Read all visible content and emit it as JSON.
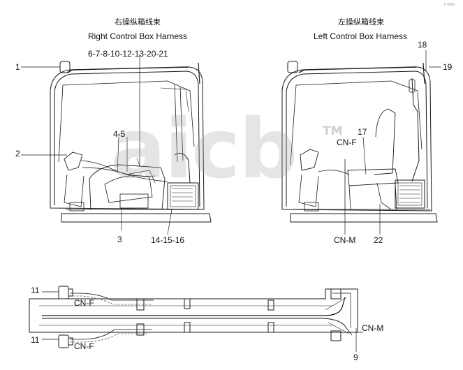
{
  "titles": {
    "right_cn": "右操纵箱线束",
    "right_en": "Right Control Box Harness",
    "left_cn": "左操纵箱线束",
    "left_en": "Left Control Box Harness"
  },
  "callouts": {
    "c1": "1",
    "c2": "2",
    "c3": "3",
    "c4_5": "4-5",
    "top_row": "6-7-8-10-12-13-20-21",
    "c14_16": "14-15-16",
    "c17": "17",
    "c18": "18",
    "c19": "19",
    "c22": "22",
    "c9": "9",
    "c11_top": "11",
    "c11_bottom": "11",
    "cnf_left": "CN-F",
    "cnm_left": "CN-M",
    "cnf_bottom_top": "CN-F",
    "cnf_bottom": "CN-F",
    "cnm_bottom": "CN-M"
  },
  "watermark": {
    "text": "aicb",
    "tm": "TM"
  },
  "corner_code": "0 0000",
  "colors": {
    "line": "#1a1a1a",
    "watermark": "#a0a0a0"
  }
}
